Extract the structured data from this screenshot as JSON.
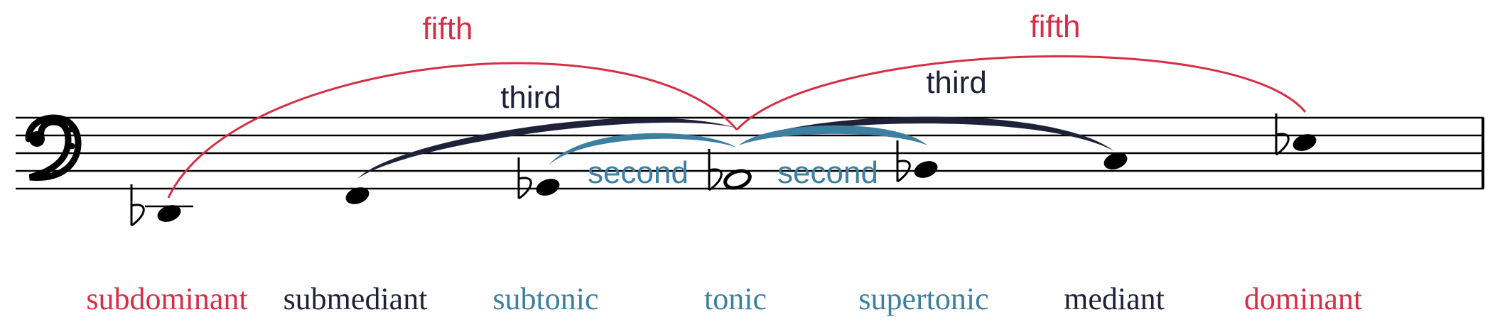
{
  "colors": {
    "red": "#d62f45",
    "dark": "#1f2139",
    "blue": "#3d7fa0",
    "ink": "#000000"
  },
  "clef": "bass-clef",
  "accidental_glyph": "flat",
  "notes": [
    {
      "role": "subdominant",
      "flat": true,
      "ledger": true,
      "head": "filled"
    },
    {
      "role": "submediant",
      "flat": false,
      "ledger": false,
      "head": "filled"
    },
    {
      "role": "subtonic",
      "flat": true,
      "ledger": false,
      "head": "filled"
    },
    {
      "role": "tonic",
      "flat": true,
      "ledger": false,
      "head": "hollow"
    },
    {
      "role": "supertonic",
      "flat": true,
      "ledger": false,
      "head": "filled"
    },
    {
      "role": "mediant",
      "flat": false,
      "ledger": false,
      "head": "filled"
    },
    {
      "role": "dominant",
      "flat": true,
      "ledger": false,
      "head": "filled"
    }
  ],
  "intervals": {
    "fifth_left": {
      "label": "fifth",
      "color": "red"
    },
    "fifth_right": {
      "label": "fifth",
      "color": "red"
    },
    "third_left": {
      "label": "third",
      "color": "dark"
    },
    "third_right": {
      "label": "third",
      "color": "dark"
    },
    "second_left": {
      "label": "second",
      "color": "blue"
    },
    "second_right": {
      "label": "second",
      "color": "blue"
    }
  },
  "degree_labels": {
    "subdominant": {
      "text": "subdominant",
      "color": "red"
    },
    "submediant": {
      "text": "submediant",
      "color": "dark"
    },
    "subtonic": {
      "text": "subtonic",
      "color": "blue"
    },
    "tonic": {
      "text": "tonic",
      "color": "blue"
    },
    "supertonic": {
      "text": "supertonic",
      "color": "blue"
    },
    "mediant": {
      "text": "mediant",
      "color": "dark"
    },
    "dominant": {
      "text": "dominant",
      "color": "red"
    }
  }
}
